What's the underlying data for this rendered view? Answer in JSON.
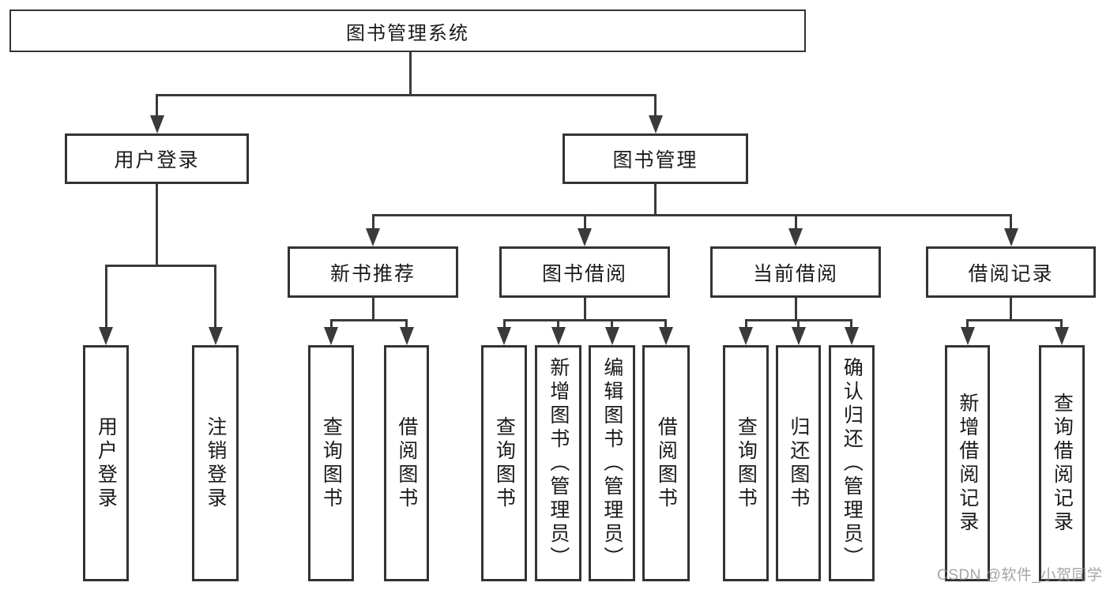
{
  "diagram": {
    "root": {
      "label": "图书管理系统"
    },
    "level2": [
      {
        "label": "用户登录"
      },
      {
        "label": "图书管理"
      }
    ],
    "level3": [
      {
        "label": "新书推荐"
      },
      {
        "label": "图书借阅"
      },
      {
        "label": "当前借阅"
      },
      {
        "label": "借阅记录"
      }
    ],
    "leaves": {
      "user_login": [
        {
          "label": "用户登录"
        },
        {
          "label": "注销登录"
        }
      ],
      "new_book": [
        {
          "label": "查询图书"
        },
        {
          "label": "借阅图书"
        }
      ],
      "book_borrow": [
        {
          "label": "查询图书"
        },
        {
          "label": "新增图书（管理员）"
        },
        {
          "label": "编辑图书（管理员）"
        },
        {
          "label": "借阅图书"
        }
      ],
      "current_borrow": [
        {
          "label": "查询图书"
        },
        {
          "label": "归还图书"
        },
        {
          "label": "确认归还（管理员）"
        }
      ],
      "borrow_record": [
        {
          "label": "新增借阅记录"
        },
        {
          "label": "查询借阅记录"
        }
      ]
    }
  },
  "watermark": {
    "text": "CSDN @软件_小贺同学"
  },
  "colors": {
    "line": "#3a3a3a",
    "border": "#333333",
    "text": "#1a1a1a",
    "background": "#ffffff",
    "watermark": "#8c8c8c"
  }
}
